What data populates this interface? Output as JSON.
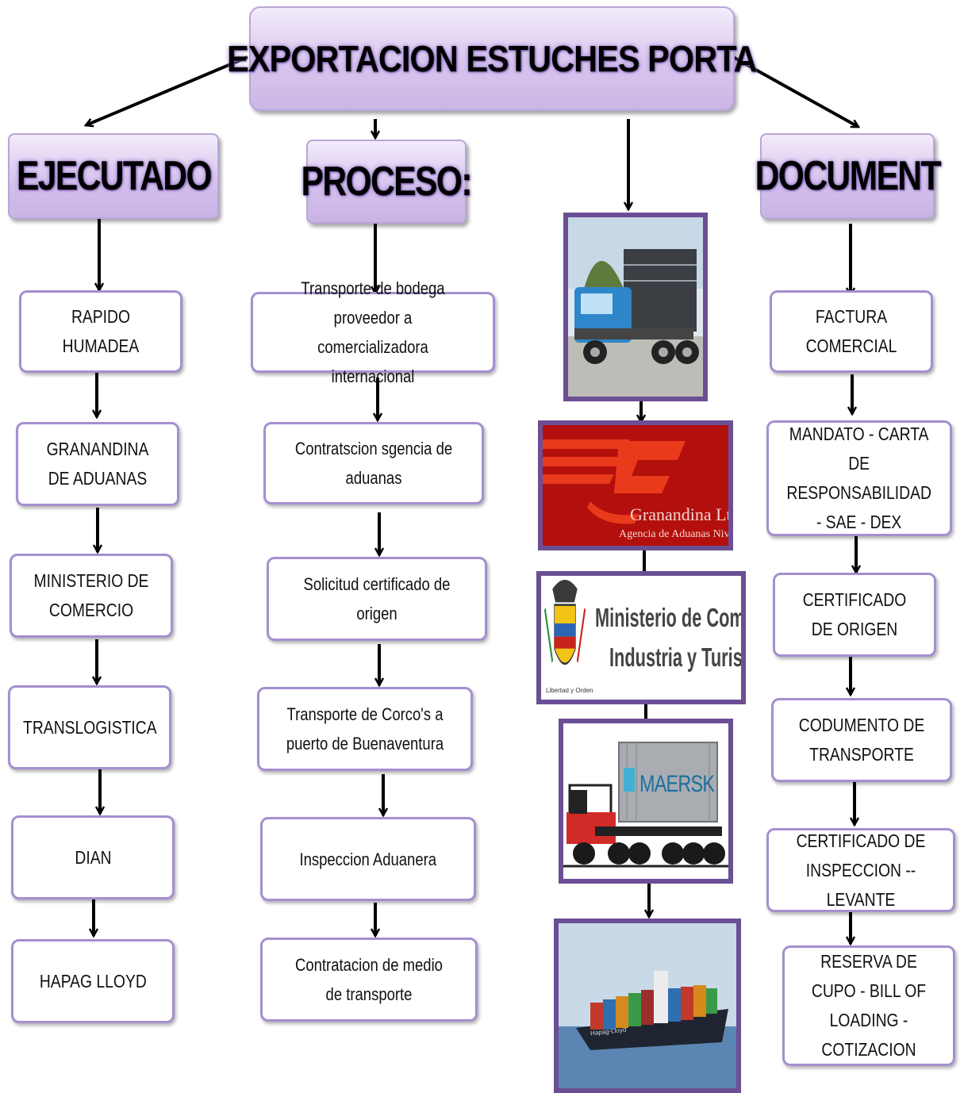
{
  "title": "EXPORTACION ESTUCHES PORTA",
  "columns": {
    "ejecutado": {
      "heading": "EJECUTADO",
      "items": [
        "RAPIDO HUMADEA",
        "GRANANDINA DE ADUANAS",
        "MINISTERIO DE COMERCIO",
        "TRANSLOGISTICA",
        "DIAN",
        "HAPAG LLOYD"
      ]
    },
    "proceso": {
      "heading": "PROCESO:",
      "items": [
        "Transporte de bodega proveedor a comercializadora internacional",
        "Contratscion sgencia de aduanas",
        "Solicitud certificado de origen",
        "Transporte de Corco's a puerto de Buenaventura",
        "Inspeccion Aduanera",
        "Contratacion de medio de transporte"
      ]
    },
    "document": {
      "heading": "DOCUMENT",
      "items": [
        "FACTURA COMERCIAL",
        "MANDATO - CARTA DE RESPONSABILIDAD - SAE - DEX",
        "CERTIFICADO DE ORIGEN",
        "CODUMENTO DE TRANSPORTE",
        "CERTIFICADO DE INSPECCION -- LEVANTE",
        "RESERVA DE CUPO - BILL OF LOADING - COTIZACION"
      ]
    }
  },
  "images": {
    "granandina_logo_name": "Granandina Ltda",
    "granandina_logo_sub": "Agencia de Aduanas Nivel",
    "ministerio_line1": "Ministerio de Comercio",
    "ministerio_line2": "Industria y Turismo",
    "ministerio_motto": "Libertad y Orden",
    "container_brand": "MAERSK",
    "ship_hull_text": "Hapag-Lloyd"
  },
  "colors": {
    "box_border": "#a58fcf",
    "header_fill": "#d4c0ec",
    "photo_frame": "#6b4f94",
    "granandina_red": "#c8140f",
    "maersk_blue": "#42b0d5"
  },
  "icons": [
    "truck-photo",
    "granandina-logo",
    "colombia-coat-of-arms",
    "maersk-truck-illustration",
    "container-ship-photo"
  ]
}
